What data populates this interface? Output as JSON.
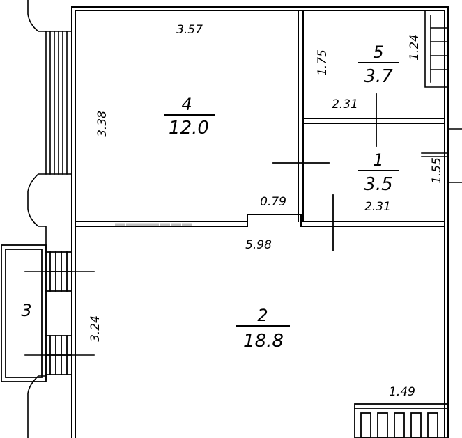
{
  "plan": {
    "rooms": [
      {
        "id": "room-4",
        "number": "4",
        "area": "12.0"
      },
      {
        "id": "room-5",
        "number": "5",
        "area": "3.7"
      },
      {
        "id": "room-1",
        "number": "1",
        "area": "3.5"
      },
      {
        "id": "room-2",
        "number": "2",
        "area": "18.8"
      },
      {
        "id": "room-3",
        "number": "3"
      }
    ],
    "dimensions": {
      "room4_width": "3.57",
      "room4_height": "3.38",
      "room5_height": "1.75",
      "room5_side": "1.24",
      "room5_width": "2.31",
      "room1_width": "2.31",
      "room1_height": "1.55",
      "door_opening": "0.79",
      "room2_width": "5.98",
      "room2_height": "3.24",
      "room2_radiator": "1.49"
    }
  },
  "colors": {
    "line": "#000000",
    "background": "#ffffff",
    "watermark": "#bfbfbf"
  }
}
